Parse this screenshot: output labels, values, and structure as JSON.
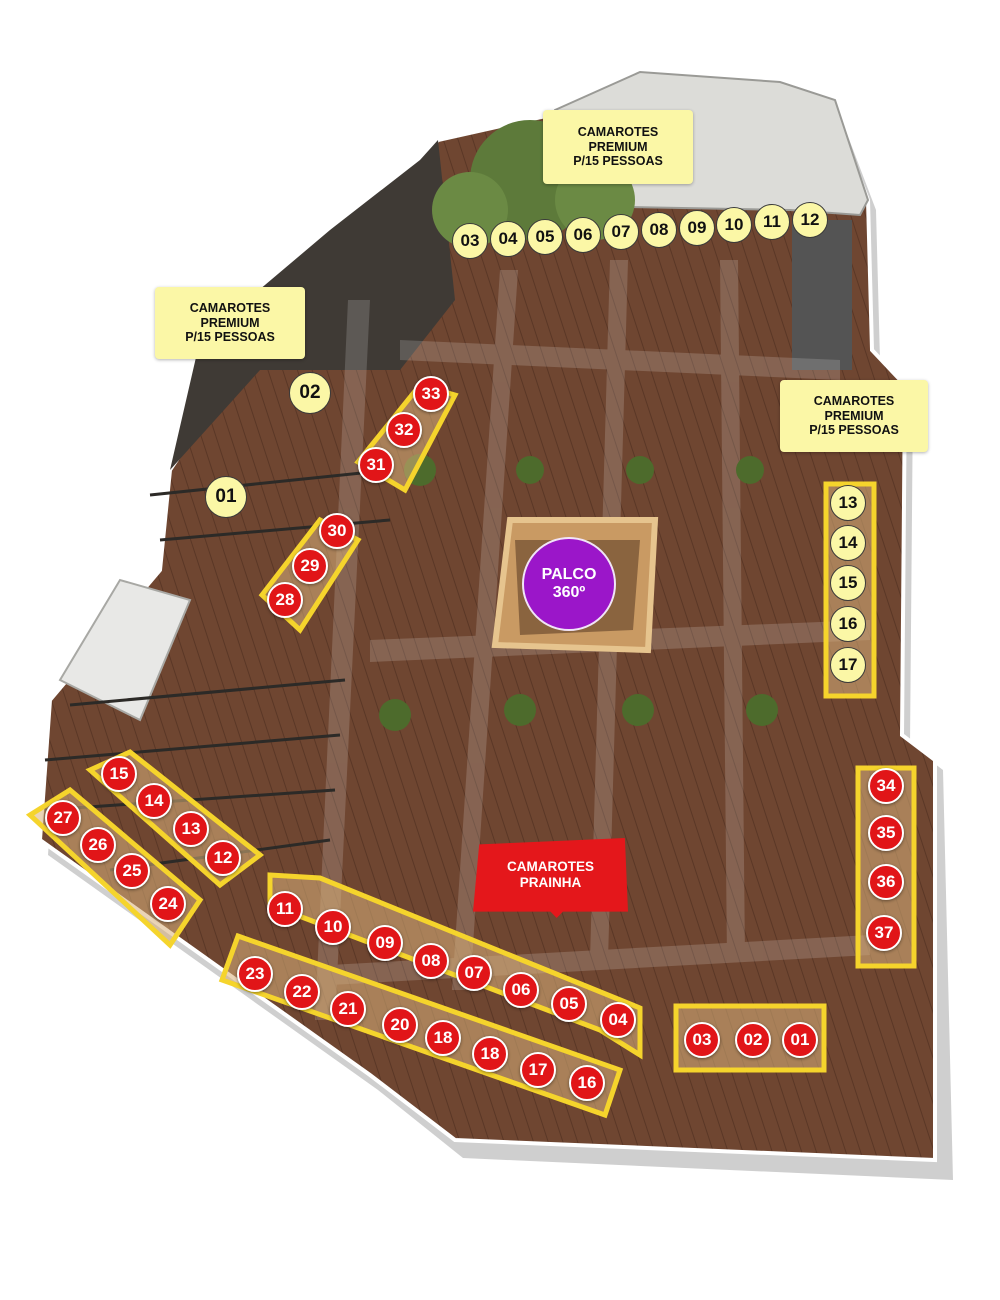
{
  "colors": {
    "deck": "#6e4530",
    "box_border": "#f5d42c",
    "marker_red": "#e11518",
    "marker_yellow": "#fbf7a6",
    "palco": "#9b16c9"
  },
  "callouts": {
    "premium_top": {
      "line1": "CAMAROTES",
      "line2": "PREMIUM",
      "line3": "P/15 PESSOAS"
    },
    "premium_left": {
      "line1": "CAMAROTES",
      "line2": "PREMIUM",
      "line3": "P/15 PESSOAS"
    },
    "premium_right": {
      "line1": "CAMAROTES",
      "line2": "PREMIUM",
      "line3": "P/15 PESSOAS"
    },
    "prainha": {
      "line1": "CAMAROTES",
      "line2": "PRAINHA"
    }
  },
  "stage": {
    "line1": "PALCO",
    "line2": "360º"
  },
  "premium_markers": {
    "left": [
      "01",
      "02"
    ],
    "top": [
      "03",
      "04",
      "05",
      "06",
      "07",
      "08",
      "09",
      "10",
      "11",
      "12"
    ],
    "right": [
      "13",
      "14",
      "15",
      "16",
      "17"
    ]
  },
  "prainha_markers": {
    "front_row": [
      "01",
      "02",
      "03"
    ],
    "long_row_back": [
      "04",
      "05",
      "06",
      "07",
      "08",
      "09",
      "10",
      "11"
    ],
    "long_row_front": [
      "16",
      "17",
      "18",
      "18",
      "20",
      "21",
      "22",
      "23"
    ],
    "left_cluster": [
      "12",
      "13",
      "14",
      "15",
      "24",
      "25",
      "26",
      "27"
    ],
    "mid_left": [
      "28",
      "29",
      "30",
      "31",
      "32",
      "33"
    ],
    "right_column": [
      "34",
      "35",
      "36",
      "37"
    ]
  }
}
